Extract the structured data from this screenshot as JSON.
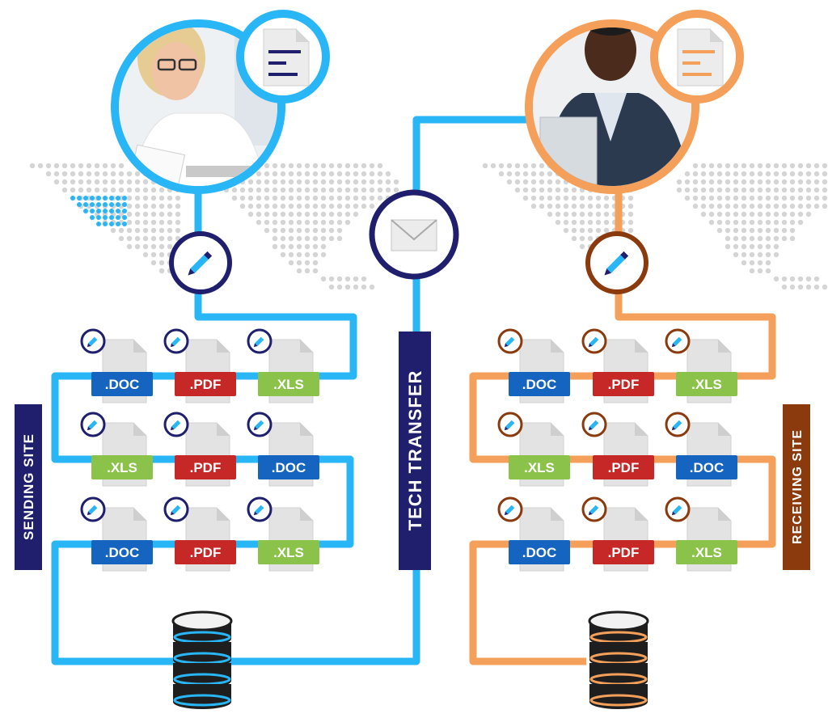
{
  "labels": {
    "sending_site": "SENDING SITE",
    "tech_transfer": "TECH TRANSFER",
    "receiving_site": "RECEIVING SITE"
  },
  "colors": {
    "blue": "#29b6f6",
    "orange": "#f5a05a",
    "navy": "#1f1f6e",
    "brown": "#8b3a0e",
    "doc": "#1565c0",
    "pdf": "#c62828",
    "xls": "#8bc34a",
    "paper": "#e3e3e3",
    "map_dot": "#d5d5d5"
  },
  "sending_site": {
    "grid": [
      [
        ".DOC",
        ".PDF",
        ".XLS"
      ],
      [
        ".XLS",
        ".PDF",
        ".DOC"
      ],
      [
        ".DOC",
        ".PDF",
        ".XLS"
      ]
    ]
  },
  "receiving_site": {
    "grid": [
      [
        ".DOC",
        ".PDF",
        ".XLS"
      ],
      [
        ".XLS",
        ".PDF",
        ".DOC"
      ],
      [
        ".DOC",
        ".PDF",
        ".XLS"
      ]
    ]
  },
  "icons": {
    "edit": "pencil-icon",
    "transfer": "envelope-icon",
    "storage": "database-icon",
    "document": "document-icon",
    "person": "person-avatar"
  }
}
